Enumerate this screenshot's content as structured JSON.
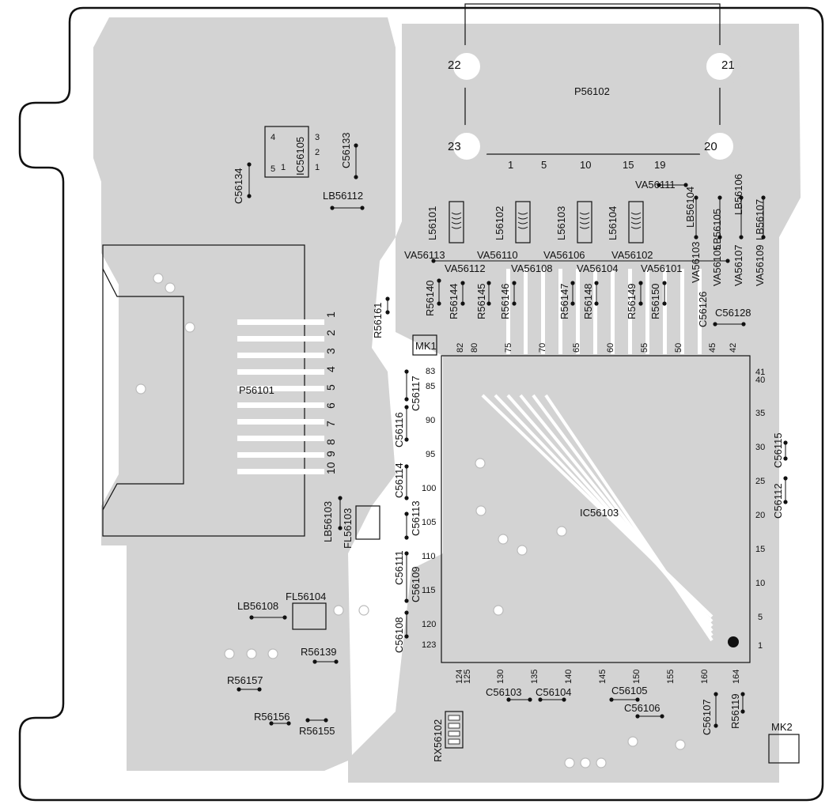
{
  "colors": {
    "copper": "#d3d3d3",
    "outline": "#111111",
    "background": "#ffffff",
    "dot": "#111111"
  },
  "connectors": {
    "p56102": {
      "label": "P56102",
      "corners": [
        "22",
        "21",
        "23",
        "20"
      ],
      "pins": [
        "1",
        "5",
        "10",
        "15",
        "19"
      ]
    },
    "p56101": {
      "label": "P56101",
      "pins": [
        "1",
        "2",
        "3",
        "4",
        "5",
        "6",
        "7",
        "8",
        "9",
        "10"
      ]
    }
  },
  "ic56103": {
    "label": "IC56103",
    "top_pins": [
      "82",
      "80",
      "75",
      "70",
      "65",
      "60",
      "55",
      "50",
      "45",
      "42"
    ],
    "left_pins": [
      "83",
      "85",
      "90",
      "95",
      "100",
      "105",
      "110",
      "115",
      "120",
      "123"
    ],
    "right_pins": [
      "41",
      "40",
      "35",
      "30",
      "25",
      "20",
      "15",
      "10",
      "5",
      "1"
    ],
    "bottom_pins": [
      "124",
      "125",
      "130",
      "135",
      "140",
      "145",
      "150",
      "155",
      "160",
      "164"
    ]
  },
  "ic56105": {
    "label": "IC56105",
    "pins": [
      "4",
      "5",
      "1",
      "3",
      "2",
      "1"
    ]
  },
  "mk1": "MK1",
  "mk2": "MK2",
  "components": {
    "c56134": "C56134",
    "c56133": "C56133",
    "lb56112": "LB56112",
    "l56101": "L56101",
    "l56102": "L56102",
    "l56103": "L56103",
    "l56104": "L56104",
    "va56111": "VA56111",
    "lb56104": "LB56104",
    "lb56105": "LB56105",
    "lb56106": "LB56106",
    "lb56107": "LB56107",
    "va56113": "VA56113",
    "va56110": "VA56110",
    "va56106": "VA56106",
    "va56102": "VA56102",
    "va56112": "VA56112",
    "va56108": "VA56108",
    "va56104": "VA56104",
    "va56101": "VA56101",
    "va56103": "VA56103",
    "va56105": "VA56105",
    "va56107": "VA56107",
    "va56109": "VA56109",
    "r56140": "R56140",
    "r56144": "R56144",
    "r56145": "R56145",
    "r56146": "R56146",
    "r56147": "R56147",
    "r56148": "R56148",
    "r56149": "R56149",
    "r56150": "R56150",
    "c56126": "C56126",
    "c56128": "C56128",
    "r56161": "R56161",
    "c56117": "C56117",
    "c56116": "C56116",
    "c56114": "C56114",
    "c56113": "C56113",
    "c56111": "C56111",
    "c56109": "C56109",
    "c56108": "C56108",
    "c56115": "C56115",
    "c56112": "C56112",
    "lb56103": "LB56103",
    "fl56103": "FL56103",
    "fl56104": "FL56104",
    "lb56108": "LB56108",
    "r56139": "R56139",
    "r56157": "R56157",
    "r56156": "R56156",
    "r56155": "R56155",
    "rx56102": "RX56102",
    "c56103": "C56103",
    "c56104": "C56104",
    "c56105": "C56105",
    "c56106": "C56106",
    "c56107": "C56107",
    "r56119": "R56119"
  }
}
